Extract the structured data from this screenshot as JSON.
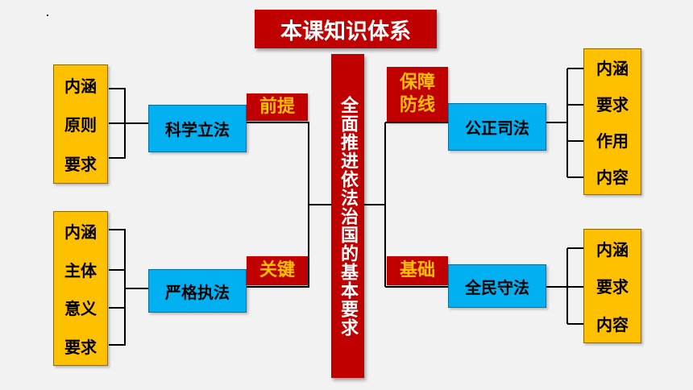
{
  "title": "本课知识体系",
  "center": "全面推进依法治国的基本要求",
  "topics": {
    "kexue": {
      "label": "科学立法",
      "relation": "前提",
      "items": [
        "内涵",
        "原则",
        "要求"
      ]
    },
    "yange": {
      "label": "严格执法",
      "relation": "关键",
      "items": [
        "内涵",
        "主体",
        "意义",
        "要求"
      ]
    },
    "gongzheng": {
      "label": "公正司法",
      "relation": [
        "保障",
        "防线"
      ],
      "items": [
        "内涵",
        "要求",
        "作用",
        "内容"
      ]
    },
    "quanmin": {
      "label": "全民守法",
      "relation": "基础",
      "items": [
        "内涵",
        "要求",
        "内容"
      ]
    }
  },
  "colors": {
    "red": "#c00000",
    "gold": "#ffc000",
    "blue": "#00b0f0",
    "background": "#f2f2f2"
  }
}
